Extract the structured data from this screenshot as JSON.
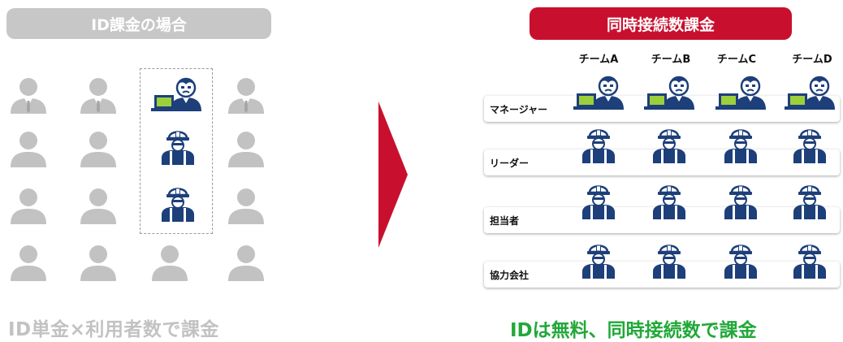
{
  "left": {
    "header": "ID課金の場合",
    "caption": "ID単金×利用者数で課金"
  },
  "right": {
    "header": "同時接続数課金",
    "caption": "IDは無料、同時接続数で課金",
    "teams": [
      "チームA",
      "チームB",
      "チームC",
      "チームD"
    ],
    "roles": [
      "マネージャー",
      "リーダー",
      "担当者",
      "協力会社"
    ]
  },
  "colors": {
    "red": "#c8102e",
    "green": "#22a83a",
    "navy": "#1d3f7a",
    "gray": "#c2c2c2"
  }
}
